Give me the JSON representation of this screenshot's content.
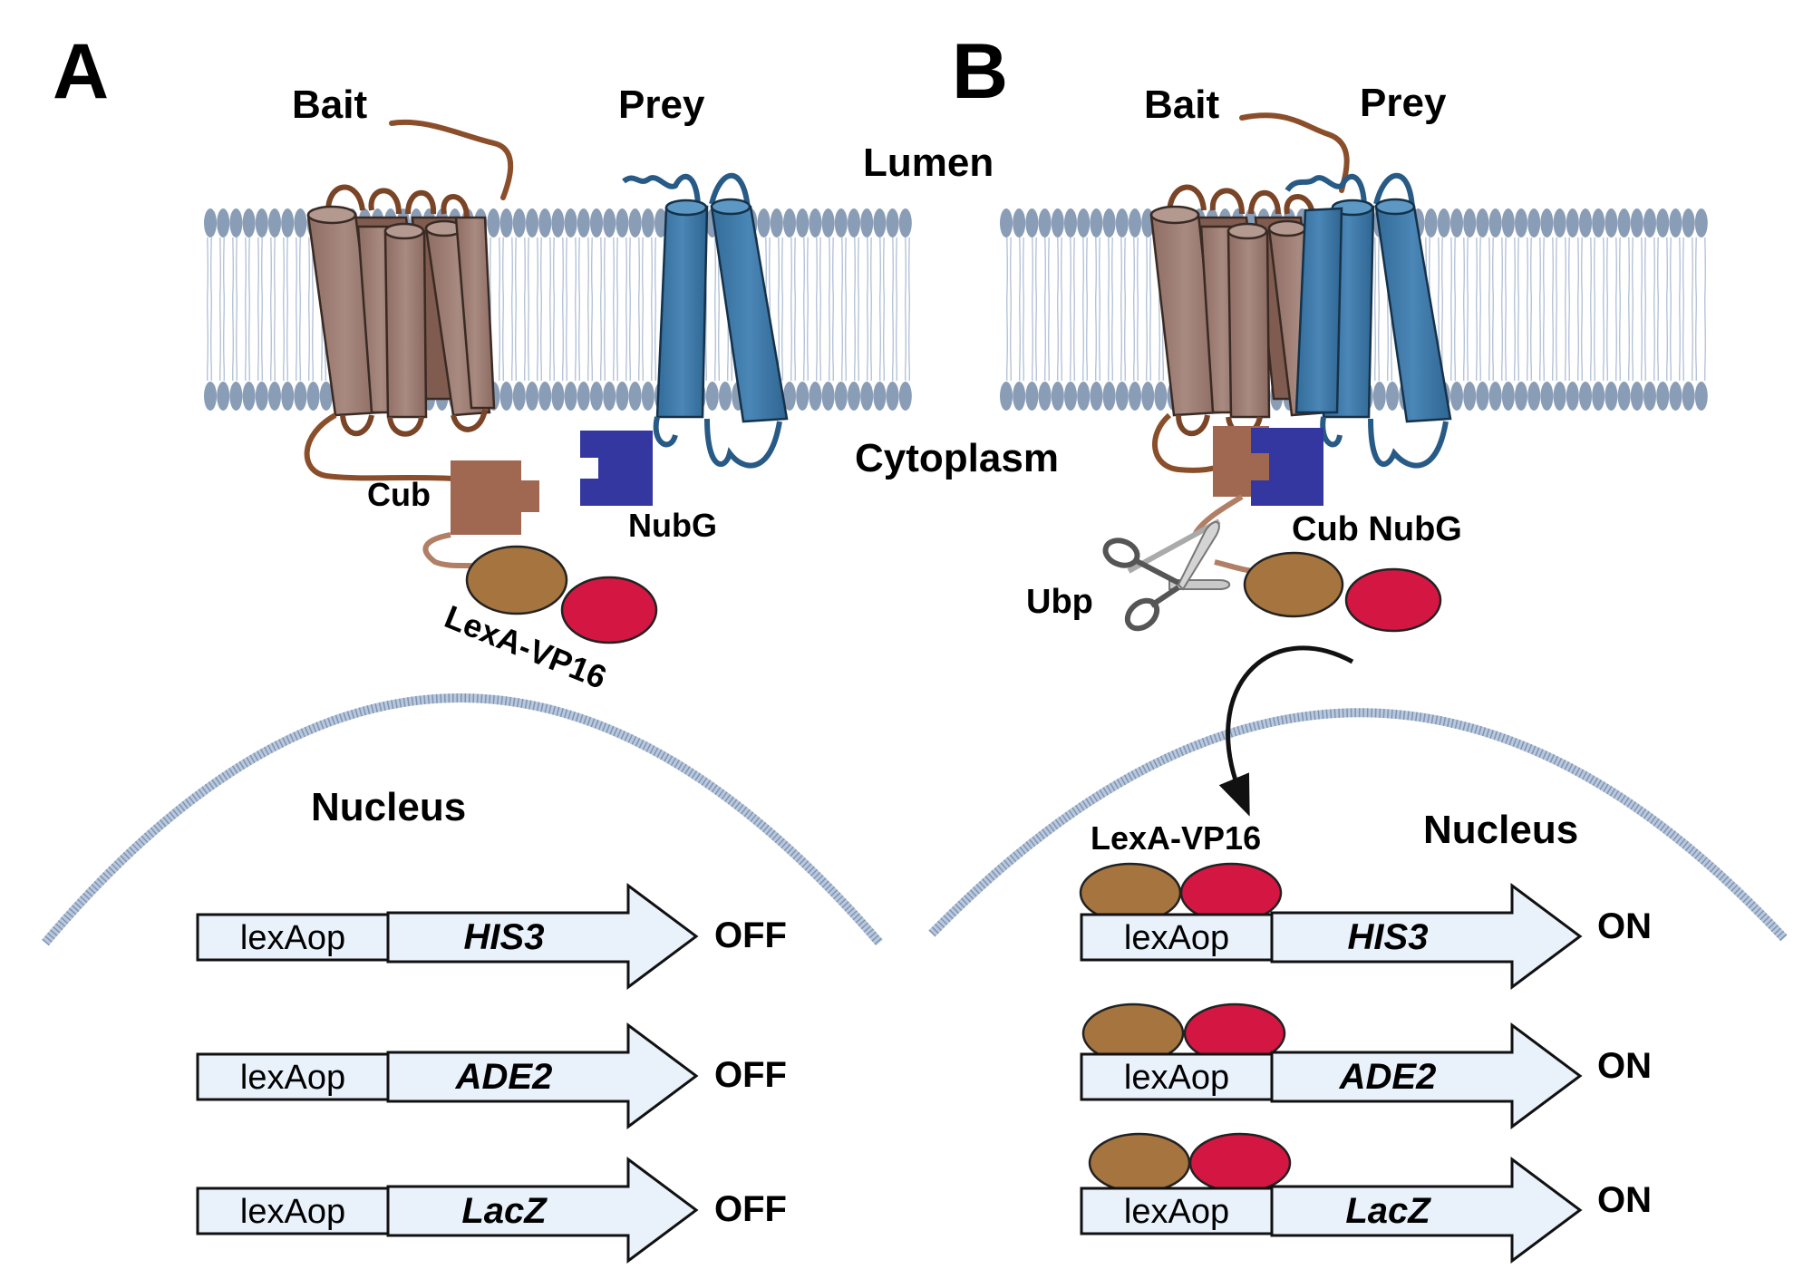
{
  "panels": [
    {
      "label": "A",
      "bait": "Bait",
      "prey": "Prey",
      "cub": "Cub",
      "nubg": "NubG",
      "lexa": "LexA-VP16",
      "nucleus": "Nucleus",
      "reporters": [
        {
          "promoter": "lexAop",
          "gene": "HIS3",
          "state": "OFF"
        },
        {
          "promoter": "lexAop",
          "gene": "ADE2",
          "state": "OFF"
        },
        {
          "promoter": "lexAop",
          "gene": "LacZ",
          "state": "OFF"
        }
      ]
    },
    {
      "label": "B",
      "bait": "Bait",
      "prey": "Prey",
      "cub_nubg": "Cub NubG",
      "ubp": "Ubp",
      "lexa": "LexA-VP16",
      "nucleus": "Nucleus",
      "reporters": [
        {
          "promoter": "lexAop",
          "gene": "HIS3",
          "state": "ON"
        },
        {
          "promoter": "lexAop",
          "gene": "ADE2",
          "state": "ON"
        },
        {
          "promoter": "lexAop",
          "gene": "LacZ",
          "state": "ON"
        }
      ]
    }
  ],
  "compartments": {
    "lumen": "Lumen",
    "cytoplasm": "Cytoplasm"
  },
  "colors": {
    "bait": "#9b7b72",
    "bait_dark": "#7f5c4f",
    "bait_loop": "#8a4f2a",
    "prey": "#3f79a8",
    "prey_dark": "#285a86",
    "cub": "#a06850",
    "nubg": "#34379f",
    "lexa": "#a6743e",
    "vp16": "#d41742",
    "membrane": "#8a9db6",
    "arrow_fill": "#e9f1fb"
  }
}
